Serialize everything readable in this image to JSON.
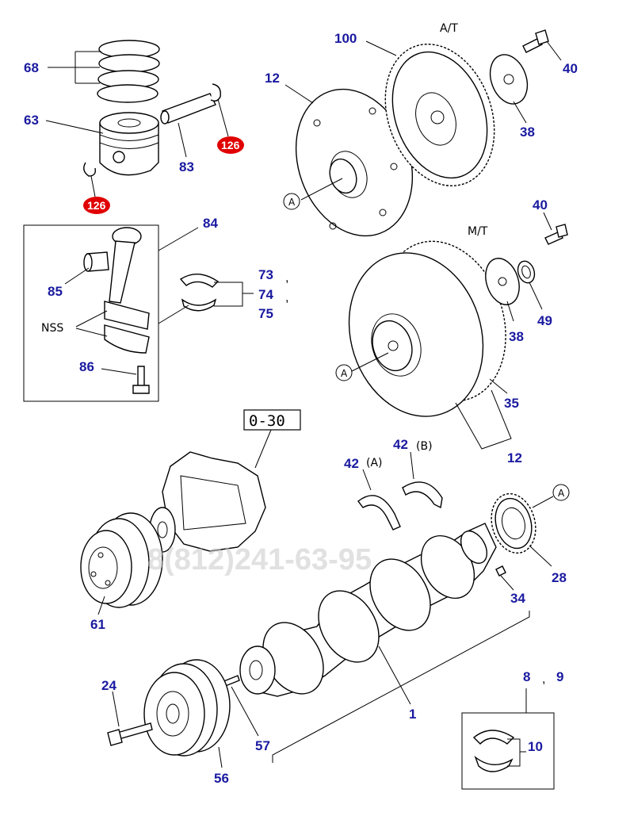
{
  "callouts": {
    "piston_rings": "68",
    "piston": "63",
    "piston_pin": "83",
    "snap_ring_right": "126",
    "snap_ring_left": "126",
    "conrod_assembly": "84",
    "conrod_bushing": "85",
    "conrod_bolt": "86",
    "bearing_a": "73",
    "bearing_b": "74",
    "bearing_c": "75",
    "flywheel_plate_at": "12",
    "ring_gear_at": "100",
    "bolt_at": "40",
    "washer_at": "38",
    "bolt_mt": "40",
    "washer_mt": "38",
    "pilot_bearing": "49",
    "flywheel_mt": "35",
    "flywheel_assy_mt": "12",
    "thrust_washer_a": "42",
    "thrust_washer_b": "42",
    "crank_gear": "28",
    "key": "34",
    "fan_pulley": "61",
    "crankshaft": "1",
    "damper_pulley": "56",
    "pulley_bolt": "24",
    "pin": "57",
    "main_bearing_a": "8",
    "main_bearing_b": "9",
    "main_bearing_set": "10"
  },
  "labels": {
    "automatic": "A/T",
    "manual": "M/T",
    "nss": "NSS",
    "variant_a": "(A)",
    "variant_b": "(B)",
    "ref_letter": "A",
    "separator": ",",
    "page_reference": "0-30"
  },
  "watermark": "8(812)241-63-95",
  "colors": {
    "callout": "#1a1aa0",
    "badge": "#e00000",
    "line": "#000000"
  }
}
